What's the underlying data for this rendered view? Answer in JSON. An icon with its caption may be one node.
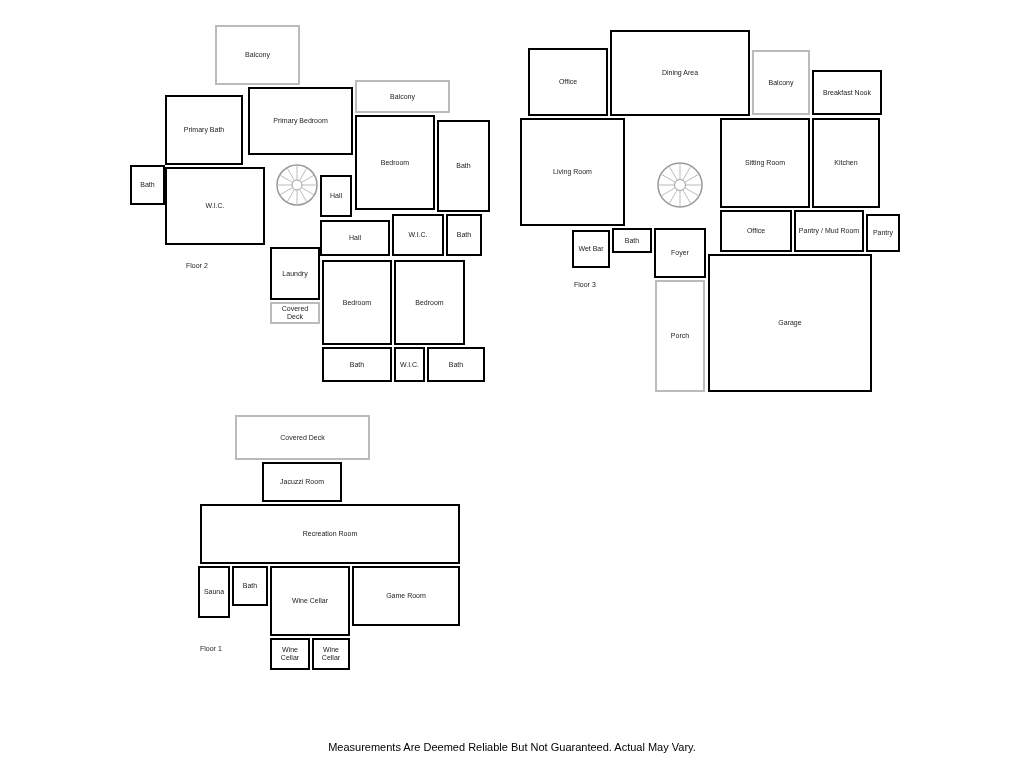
{
  "diagram": {
    "caption": "Measurements Are Deemed Reliable But Not Guaranteed. Actual May Vary.",
    "nodes": [
      {
        "text": [
          "Balcony"
        ]
      },
      {
        "text": [
          "Primary Bedroom"
        ]
      },
      {
        "text": [
          "Balcony"
        ]
      },
      {
        "text": [
          "Primary Bath"
        ]
      },
      {
        "text": [
          "Bedroom"
        ]
      },
      {
        "text": [
          "Bath"
        ]
      },
      {
        "text": [
          "Hall"
        ]
      },
      {
        "text": [
          "Bath"
        ]
      },
      {
        "text": [
          "W.I.C."
        ]
      },
      {
        "text": [
          "Hall"
        ]
      },
      {
        "text": [
          "W.I.C."
        ]
      },
      {
        "text": [
          "Bath"
        ]
      },
      {
        "text": [
          "Laundry"
        ]
      },
      {
        "text": [
          "Bedroom"
        ]
      },
      {
        "text": [
          "Bedroom"
        ]
      },
      {
        "text": [
          "Covered Deck"
        ]
      },
      {
        "text": [
          "Bath"
        ]
      },
      {
        "text": [
          "W.I.C."
        ]
      },
      {
        "text": [
          "Bath"
        ]
      },
      {
        "text": [
          "Office"
        ]
      },
      {
        "text": [
          "Dining Area"
        ]
      },
      {
        "text": [
          "Balcony"
        ]
      },
      {
        "text": [
          "Breakfast Nook"
        ]
      },
      {
        "text": [
          "Living Room"
        ]
      },
      {
        "text": [
          "Sitting Room"
        ]
      },
      {
        "text": [
          "Kitchen"
        ]
      },
      {
        "text": [
          "Office"
        ]
      },
      {
        "text": [
          "Pantry / Mud Room"
        ]
      },
      {
        "text": [
          "Pantry"
        ]
      },
      {
        "text": [
          "Bath"
        ]
      },
      {
        "text": [
          "Foyer"
        ]
      },
      {
        "text": [
          "Wet Bar"
        ]
      },
      {
        "text": [
          "Porch"
        ]
      },
      {
        "text": [
          "Garage"
        ]
      },
      {
        "text": [
          "Covered Deck"
        ]
      },
      {
        "text": [
          "Jacuzzi Room"
        ]
      },
      {
        "text": [
          "Recreation Room"
        ]
      },
      {
        "text": [
          "Bath"
        ]
      },
      {
        "text": [
          "Game Room"
        ]
      },
      {
        "text": [
          "Sauna"
        ]
      },
      {
        "text": [
          "Wine Cellar"
        ]
      },
      {
        "text": [
          "Wine Cellar"
        ]
      },
      {
        "text": [
          "Wine Cellar"
        ]
      }
    ],
    "labels": [
      "Floor 2",
      "Floor 3",
      "Floor 1"
    ]
  }
}
